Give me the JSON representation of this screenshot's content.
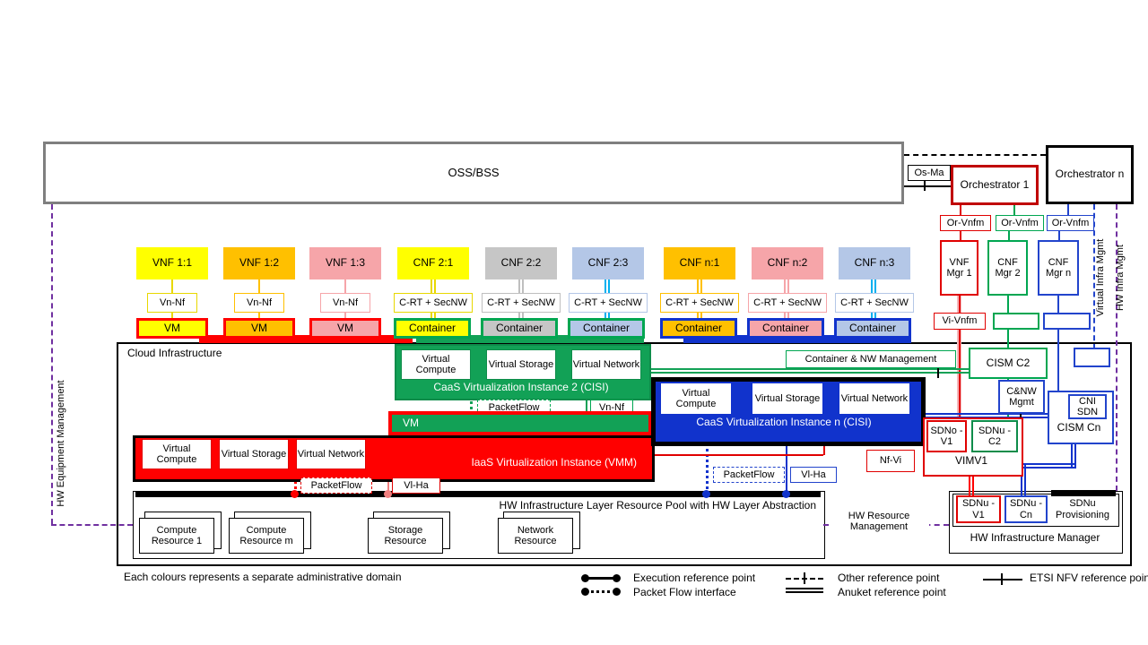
{
  "colors": {
    "yellow": "#FFFF00",
    "orange": "#FFC000",
    "pink": "#F6A5A9",
    "light_blue": "#B4C7E7",
    "gray": "#C6C6C6",
    "green_fill": "#12A156",
    "green_line": "#00A651",
    "dark_green": "#0E8C4A",
    "red": "#FF0000",
    "dark_red": "#C00000",
    "blue_fill": "#1133CC",
    "blue_line": "#2244CC",
    "cyan": "#00B0F0",
    "purple": "#7030A0",
    "oss_border": "#7F7F7F",
    "pink_line": "#F08080"
  },
  "top": {
    "oss": "OSS/BSS",
    "os_ma": "Os-Ma",
    "orchestrator_1": "Orchestrator 1",
    "orchestrator_n": "Orchestrator n",
    "or_vnfm": "Or-Vnfm"
  },
  "managers": {
    "vnf_mgr_1": "VNF Mgr 1",
    "cnf_mgr_2": "CNF Mgr 2",
    "cnf_mgr_n": "CNF Mgr n",
    "vi_vnfm": "Vi-Vnfm"
  },
  "side": {
    "virtual_infra_mgmt": "Virtual Infra Mgmt",
    "hw_infra_mgmt": "HW Infra Mgmt",
    "hw_equipment_mgmt": "HW Equipment Management",
    "hw_resource_mgmt": "HW Resource Management"
  },
  "nf_row": {
    "items": [
      {
        "label": "VNF 1:1",
        "fill": "#FFFF00"
      },
      {
        "label": "VNF 1:2",
        "fill": "#FFC000"
      },
      {
        "label": "VNF 1:3",
        "fill": "#F6A5A9"
      },
      {
        "label": "CNF 2:1",
        "fill": "#FFFF00"
      },
      {
        "label": "CNF 2:2",
        "fill": "#C6C6C6"
      },
      {
        "label": "CNF 2:3",
        "fill": "#B4C7E7"
      },
      {
        "label": "CNF n:1",
        "fill": "#FFC000"
      },
      {
        "label": "CNF n:2",
        "fill": "#F6A5A9"
      },
      {
        "label": "CNF n:3",
        "fill": "#B4C7E7"
      }
    ],
    "vn_nf": "Vn-Nf",
    "c_rt_secnw": "C-RT + SecNW",
    "vm": "VM",
    "container": "Container"
  },
  "cloud": {
    "title": "Cloud Infrastructure",
    "virtual_compute": "Virtual Compute",
    "virtual_storage": "Virtual Storage",
    "virtual_network": "Virtual Network",
    "caas_2": "CaaS Virtualization Instance 2 (CISI)",
    "caas_n": "CaaS Virtualization Instance n (CISI)",
    "iaas": "IaaS Virtualization Instance (VMM)",
    "vm_bar": "VM",
    "packetflow": "PacketFlow",
    "vn_nf": "Vn-Nf",
    "vl_ha": "Vl-Ha",
    "container_nw_mgmt": "Container & NW Management",
    "cism_c2": "CISM C2",
    "cism_cn": "CISM Cn",
    "cni_sdn": "CNI SDN",
    "cnw_mgmt": "C&NW Mgmt",
    "nf_vi": "Nf-Vi",
    "vimv1": "VIMV1",
    "sdno_v1": "SDNo -V1",
    "sdnu_c2": "SDNu -C2"
  },
  "pool": {
    "title": "HW Infrastructure Layer Resource Pool with HW Layer Abstraction",
    "resources": [
      {
        "label": "Compute Resource 1"
      },
      {
        "label": "Compute Resource m"
      },
      {
        "label": "Storage Resource"
      },
      {
        "label": "Network Resource"
      }
    ]
  },
  "hw_mgr": {
    "title": "HW Infrastructure Manager",
    "sdnu_v1": "SDNu -V1",
    "sdnu_cn": "SDNu -Cn",
    "sdnu_prov": "SDNu Provisioning"
  },
  "legend": {
    "note": "Each colours represents a separate administrative domain",
    "execution": "Execution reference point",
    "packet_flow": "Packet Flow interface",
    "other": "Other reference point",
    "anuket": "Anuket reference point",
    "etsi": "ETSI NFV reference point"
  }
}
